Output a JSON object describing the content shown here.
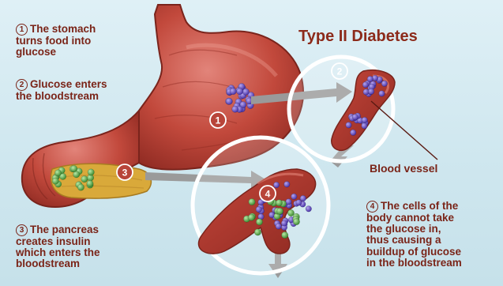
{
  "title": "Type II Diabetes",
  "steps": [
    {
      "number": "1",
      "lines": [
        "The stomach",
        "turns food into",
        "glucose"
      ]
    },
    {
      "number": "2",
      "lines": [
        "Glucose enters",
        "the bloodstream"
      ]
    },
    {
      "number": "3",
      "lines": [
        "The pancreas",
        "creates insulin",
        "which enters the",
        "bloodstream"
      ]
    },
    {
      "number": "4",
      "lines": [
        "The cells of the",
        "body cannot take",
        "the glucose in,",
        "thus causing a",
        "buildup of glucose",
        "in the bloodstream"
      ]
    }
  ],
  "markers": [
    "1",
    "2",
    "3",
    "4"
  ],
  "labels": {
    "vessel": "Blood vessel"
  },
  "colors": {
    "background": "#d6ebf2",
    "stomach": "#b8453a",
    "vessel": "#a8372c",
    "glucose": "#6a4fc2",
    "insulin": "#5aa94a",
    "pancreas": "#d9a93a",
    "arrow": "#9a9a9a",
    "text": "#7a2418"
  },
  "icons": [
    "glucose-cluster-icon",
    "insulin-cluster-icon",
    "arrow-icon",
    "magnifier-circle-icon"
  ]
}
